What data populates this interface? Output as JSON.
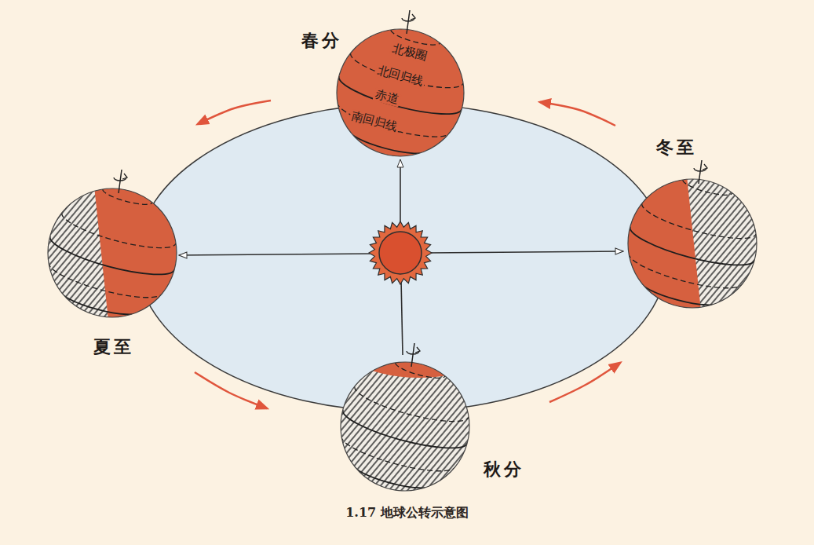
{
  "diagram": {
    "caption": "1.17 地球公转示意图",
    "nodes": [
      {
        "text": [
          "春分",
          "北极圈",
          "北回归线",
          "赤道",
          "南回归线"
        ]
      },
      {
        "text": [
          "夏至"
        ]
      },
      {
        "text": [
          "冬至"
        ]
      },
      {
        "text": [
          "秋分"
        ]
      }
    ]
  }
}
